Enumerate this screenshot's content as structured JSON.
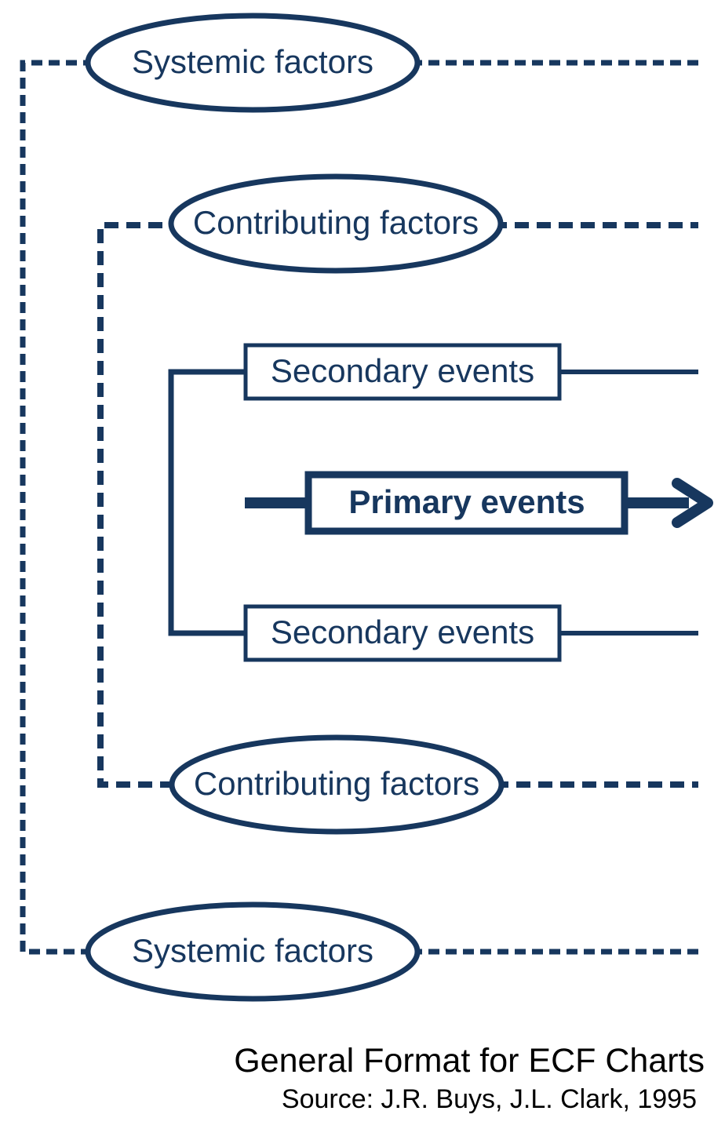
{
  "colors": {
    "line": "#17375E",
    "caption": "#000000",
    "background": "#ffffff"
  },
  "nodes": {
    "systemic_top": {
      "label": "Systemic factors",
      "shape": "ellipse",
      "connector": "dashed"
    },
    "contributing_top": {
      "label": "Contributing factors",
      "shape": "ellipse",
      "connector": "dashed"
    },
    "secondary_top": {
      "label": "Secondary events",
      "shape": "rectangle",
      "connector": "solid"
    },
    "primary": {
      "label": "Primary events",
      "shape": "rectangle-bold",
      "connector": "thick-arrow"
    },
    "secondary_bottom": {
      "label": "Secondary events",
      "shape": "rectangle",
      "connector": "solid"
    },
    "contributing_bottom": {
      "label": "Contributing factors",
      "shape": "ellipse",
      "connector": "dashed"
    },
    "systemic_bottom": {
      "label": "Systemic factors",
      "shape": "ellipse",
      "connector": "dashed"
    }
  },
  "icons": {
    "flow_arrow": "thick-right-arrow-icon"
  },
  "caption": {
    "title": "General Format for ECF Charts",
    "source": "Source: J.R. Buys, J.L. Clark, 1995"
  }
}
